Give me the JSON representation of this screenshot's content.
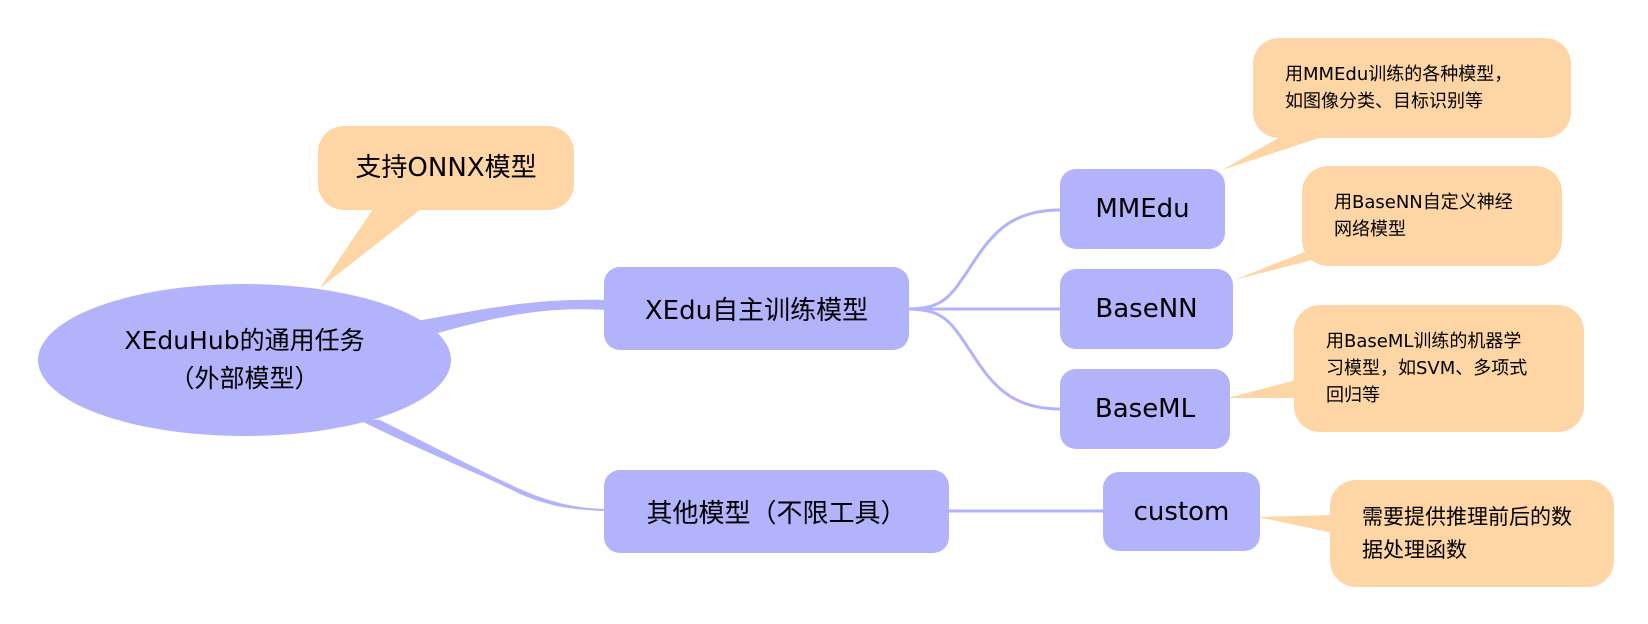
{
  "colors": {
    "topic_fill": "#b3b3fc",
    "branch_line": "#b3b3fc",
    "callout_fill": "#fed5a4"
  },
  "root": {
    "line1": "XEduHub的通用任务",
    "line2": "（外部模型）"
  },
  "root_note": {
    "text": "支持ONNX模型"
  },
  "branches": {
    "xedu": {
      "label": "XEdu自主训练模型",
      "children": {
        "mmedu": {
          "label": "MMEdu",
          "note_line1": "用MMEdu训练的各种模型，",
          "note_line2": "如图像分类、目标识别等"
        },
        "basenn": {
          "label": "BaseNN",
          "note_line1": "用BaseNN自定义神经",
          "note_line2": "网络模型"
        },
        "baseml": {
          "label": "BaseML",
          "note_line1": "用BaseML训练的机器学",
          "note_line2": "习模型，如SVM、多项式",
          "note_line3": "回归等"
        }
      }
    },
    "other": {
      "label": "其他模型（不限工具）",
      "children": {
        "custom": {
          "label": "custom",
          "note_line1": "需要提供推理前后的数",
          "note_line2": "据处理函数"
        }
      }
    }
  }
}
